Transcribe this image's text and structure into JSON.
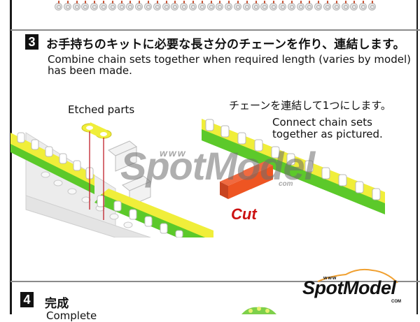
{
  "step3": {
    "number": "3",
    "title_jp": "お手持ちのキットに必要な長さ分のチェーンを作り、連結します。",
    "description_en": "Combine chain sets together when required length (varies by model) has been made."
  },
  "left_diagram": {
    "label": "Etched parts"
  },
  "right_diagram": {
    "label_jp": "チェーンを連結して1つにします。",
    "label_en_line1": "Connect chain sets",
    "label_en_line2": "together as pictured.",
    "cut_label": "Cut"
  },
  "step4": {
    "number": "4",
    "title_jp": "完成",
    "description_en_partial": "Complete"
  },
  "watermark": {
    "www": "www",
    "brand": "SpotModel",
    "com": "com"
  },
  "logo": {
    "www": "www",
    "brand": "SpotModel",
    "com": "COM"
  },
  "colors": {
    "chain_yellow": "#f0ee3a",
    "chain_green": "#5cc92a",
    "cut_red": "#cc1111",
    "cut_block": "#ee5522",
    "logo_orange": "#f0a030",
    "pin_red": "#c8573a"
  }
}
